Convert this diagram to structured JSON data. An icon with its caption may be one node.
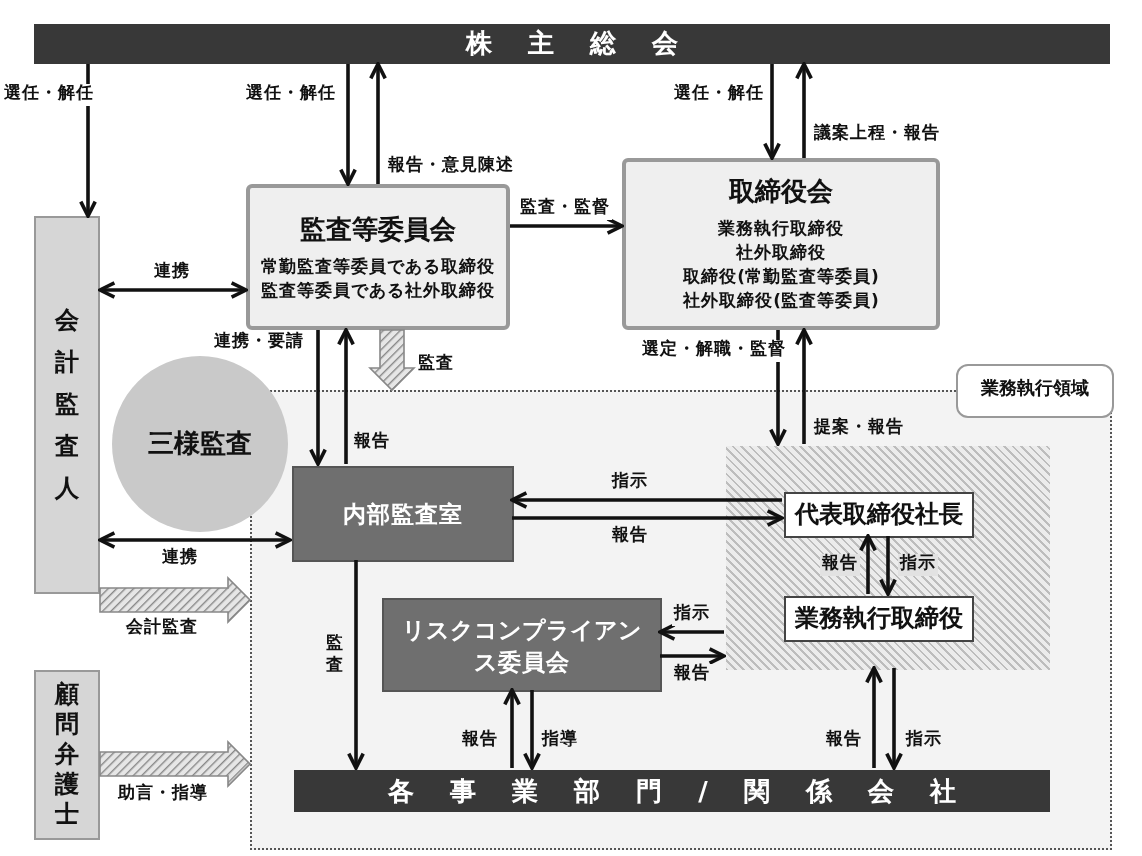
{
  "diagram": {
    "nodes": [
      {
        "text": [
          "株主総会"
        ]
      },
      {
        "text": [
          "監査等委員会",
          "常勤監査等委員である取締役",
          "監査等委員である社外取締役"
        ]
      },
      {
        "text": [
          "取締役会",
          "業務執行取締役",
          "社外取締役",
          "取締役(常勤監査等委員)",
          "社外取締役(監査等委員)"
        ]
      },
      {
        "text": [
          "会計監査人"
        ]
      },
      {
        "text": [
          "業務執行領域"
        ]
      },
      {
        "text": [
          "三様監査"
        ]
      },
      {
        "text": [
          "内部監査室"
        ],
        "in": 4
      },
      {
        "text": [],
        "shape": "box",
        "in": 4
      },
      {
        "text": [
          "代表取締役社長"
        ],
        "in": 7
      },
      {
        "text": [
          "業務執行取締役"
        ],
        "in": 7
      },
      {
        "text": [
          "リスクコンプライアンス委員会"
        ],
        "in": 4
      },
      {
        "text": [
          "各事業部門/関係会社"
        ],
        "in": 4
      },
      {
        "text": [
          "顧問弁護士"
        ]
      }
    ],
    "edges": [
      {
        "from": 0,
        "to": 3,
        "arrow": "to",
        "label": "選任・解任"
      },
      {
        "from": 0,
        "to": 1,
        "arrow": "to",
        "label": "選任・解任"
      },
      {
        "from": 1,
        "to": 0,
        "arrow": "to",
        "label": "報告・意見陳述"
      },
      {
        "from": 1,
        "to": 2,
        "arrow": "to",
        "label": "監査・監督"
      },
      {
        "from": 0,
        "to": 2,
        "arrow": "to",
        "label": "選任・解任"
      },
      {
        "from": 2,
        "to": 0,
        "arrow": "to",
        "label": "議案上程・報告"
      },
      {
        "from": 3,
        "to": 1,
        "arrow": "both",
        "label": "連携"
      },
      {
        "from": 1,
        "to": 6,
        "arrow": "to",
        "label": "連携・要請"
      },
      {
        "from": 6,
        "to": 1,
        "arrow": "to",
        "label": "報告"
      },
      {
        "from": 1,
        "to": 4,
        "arrow": "to",
        "label": "監査",
        "style": "thick"
      },
      {
        "from": 2,
        "to": 7,
        "arrow": "to",
        "label": "選定・解職・監督"
      },
      {
        "from": 7,
        "to": 2,
        "arrow": "to",
        "label": "提案・報告"
      },
      {
        "from": 8,
        "to": 6,
        "arrow": "to",
        "label": "指示"
      },
      {
        "from": 6,
        "to": 8,
        "arrow": "to",
        "label": "報告"
      },
      {
        "from": 3,
        "to": 6,
        "arrow": "both",
        "label": "連携"
      },
      {
        "from": 3,
        "to": 4,
        "arrow": "to",
        "label": "会計監査",
        "style": "thick"
      },
      {
        "from": 12,
        "to": 4,
        "arrow": "to",
        "label": "助言・指導",
        "style": "thick"
      },
      {
        "from": 6,
        "to": 11,
        "arrow": "to",
        "label": "監査"
      },
      {
        "from": 9,
        "to": 8,
        "arrow": "to",
        "label": "報告"
      },
      {
        "from": 8,
        "to": 9,
        "arrow": "to",
        "label": "指示"
      },
      {
        "from": 7,
        "to": 10,
        "arrow": "to",
        "label": "指示"
      },
      {
        "from": 10,
        "to": 7,
        "arrow": "to",
        "label": "報告"
      },
      {
        "from": 11,
        "to": 10,
        "arrow": "to",
        "label": "報告"
      },
      {
        "from": 10,
        "to": 11,
        "arrow": "to",
        "label": "指導"
      },
      {
        "from": 11,
        "to": 7,
        "arrow": "to",
        "label": "報告"
      },
      {
        "from": 7,
        "to": 11,
        "arrow": "to",
        "label": "指示"
      }
    ]
  }
}
